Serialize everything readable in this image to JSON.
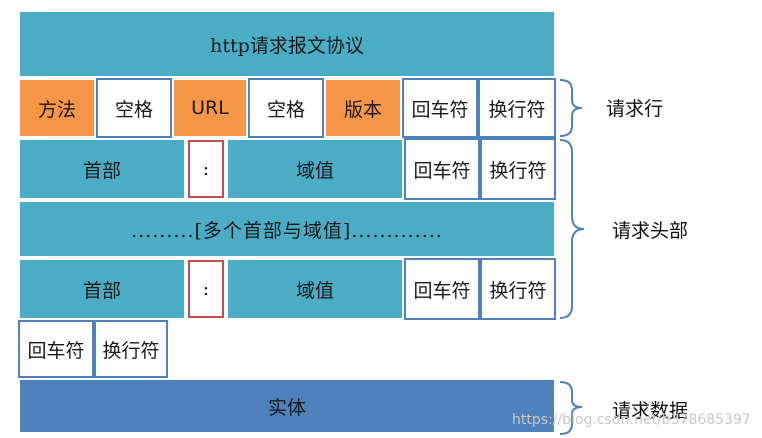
{
  "title": "http请求报文协议",
  "request_line": [
    "方法",
    "空格",
    "URL",
    "空格",
    "版本",
    "回车符",
    "换行符"
  ],
  "header_row_1": [
    "首部",
    ":",
    "域值",
    "回车符",
    "换行符"
  ],
  "more_headers": ".........[多个首部与域值].............",
  "header_row_2": [
    "首部",
    ":",
    "域值",
    "回车符",
    "换行符"
  ],
  "blank_line": [
    "回车符",
    "换行符"
  ],
  "body_cell": "实体",
  "labels": {
    "request_line": "请求行",
    "request_headers": "请求头部",
    "request_data": "请求数据"
  },
  "watermark": "https://blog.csdn.net/b378685397",
  "colors": {
    "teal": "#4bacc6",
    "orange": "#f79646",
    "blue": "#4f81bd",
    "red_border": "#c0504d"
  }
}
